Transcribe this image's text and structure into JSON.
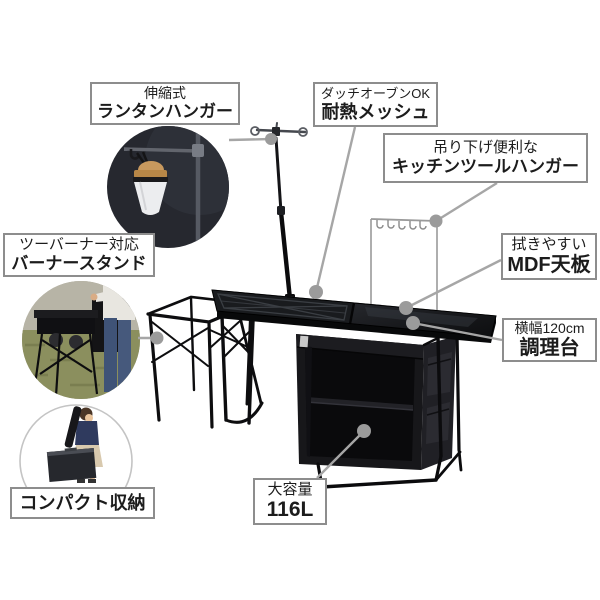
{
  "image_type": "product-feature-callout-diagram",
  "product": "folding camp kitchen table",
  "background_color": "#ffffff",
  "colors": {
    "label_border": "#8d8d8d",
    "label_text": "#1c1c1c",
    "leader_line": "#a6a6a6",
    "callout_dot": "#9b9b9b",
    "product_black": "#121214"
  },
  "callouts": {
    "lantern": {
      "sub": "伸縮式",
      "main": "ランタンハンガー"
    },
    "mesh": {
      "sub": "ダッチオーブンOK",
      "main": "耐熱メッシュ"
    },
    "tool": {
      "sub": "吊り下げ便利な",
      "main": "キッチンツールハンガー"
    },
    "mdf": {
      "sub": "拭きやすい",
      "main": "MDF天板"
    },
    "counter": {
      "sub": "横幅120cm",
      "main": "調理台"
    },
    "burner": {
      "sub": "ツーバーナー対応",
      "main": "バーナースタンド"
    },
    "compact": {
      "main": "コンパクト収納"
    },
    "capacity": {
      "sub": "大容量",
      "main": "116L"
    }
  },
  "insets": {
    "lantern_photo": "lantern hanging from telescopic hanger (close-up)",
    "burner_photo": "two-burner stove on burner stand outdoors",
    "compact_photo": "woman carrying folded table in compact case"
  }
}
